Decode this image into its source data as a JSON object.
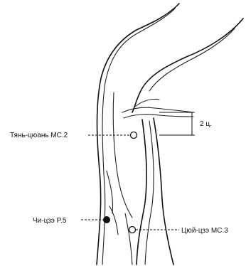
{
  "labels": {
    "distance": "2 ц.",
    "tian_quan": "Тянь-цюань MC.2",
    "chi_ze": "Чи-цзэ P.5",
    "qu_ze": "Цюй-цзэ MC.3"
  },
  "colors": {
    "line": "#111111",
    "background": "#ffffff"
  }
}
